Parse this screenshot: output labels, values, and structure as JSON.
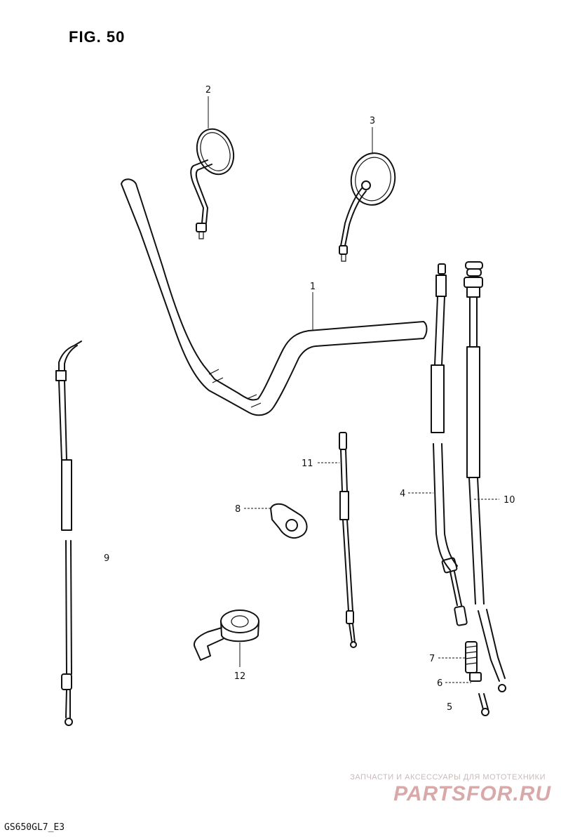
{
  "figure": {
    "title": "FIG. 50",
    "model_code": "GS650GL7_E3"
  },
  "callouts": [
    {
      "id": "1",
      "label": "1"
    },
    {
      "id": "2",
      "label": "2"
    },
    {
      "id": "3",
      "label": "3"
    },
    {
      "id": "4",
      "label": "4"
    },
    {
      "id": "5",
      "label": "5"
    },
    {
      "id": "6",
      "label": "6"
    },
    {
      "id": "7",
      "label": "7"
    },
    {
      "id": "8",
      "label": "8"
    },
    {
      "id": "9",
      "label": "9"
    },
    {
      "id": "10",
      "label": "10"
    },
    {
      "id": "11",
      "label": "11"
    },
    {
      "id": "12",
      "label": "12"
    }
  ],
  "watermark": {
    "tagline": "ЗАПЧАСТИ И АКСЕССУАРЫ ДЛЯ МОТОТЕХНИКИ",
    "brand": "PARTSFOR.RU"
  }
}
